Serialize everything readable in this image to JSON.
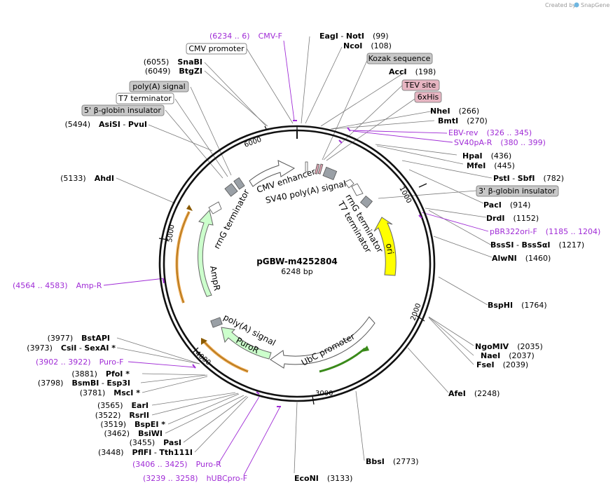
{
  "brand": {
    "created_by": "Created by",
    "app": "SnapGene"
  },
  "plasmid": {
    "name": "pGBW-m4252804",
    "length_label": "6248 bp",
    "length": 6248
  },
  "colors": {
    "primer": "#a02cd6",
    "ori": "#ffff00",
    "resist": "#ccffcc",
    "resist_outline": "#e8a34a",
    "promoter_gray": "#9aa0a6"
  },
  "ruler": [
    "1000",
    "2000",
    "3000",
    "4000",
    "5000",
    "6000"
  ],
  "boxed_labels": [
    {
      "name": "cmv-promoter-label",
      "text": "CMV promoter",
      "style": "white"
    },
    {
      "name": "kozak-label",
      "text": "Kozak sequence",
      "style": "gray"
    },
    {
      "name": "polya-signal-label",
      "text": "poly(A) signal",
      "style": "gray"
    },
    {
      "name": "t7-terminator-label",
      "text": "T7 terminator",
      "style": "white"
    },
    {
      "name": "tev-site-label",
      "text": "TEV site",
      "style": "pink"
    },
    {
      "name": "6xhis-label",
      "text": "6xHis",
      "style": "pink"
    },
    {
      "name": "5-globin-label",
      "text": "5' β-globin insulator",
      "style": "gray"
    },
    {
      "name": "3-globin-label",
      "text": "3' β-globin insulator",
      "style": "gray"
    }
  ],
  "sites_top": [
    {
      "name": "EagI",
      "sep": " - ",
      "name2": "NotI",
      "pos": "(99)"
    },
    {
      "name": "NcoI",
      "pos": "(108)"
    },
    {
      "name": "AccI",
      "pos": "(198)"
    },
    {
      "name": "NheI",
      "pos": "(266)"
    },
    {
      "name": "BmtI",
      "pos": "(270)"
    }
  ],
  "sites_right": [
    {
      "name": "HpaI",
      "pos": "(436)"
    },
    {
      "name": "MfeI",
      "pos": "(445)"
    },
    {
      "name": "PstI",
      "sep": " - ",
      "name2": "SbfI",
      "pos": "(782)"
    },
    {
      "name": "PacI",
      "pos": "(914)"
    },
    {
      "name": "DrdI",
      "pos": "(1152)"
    },
    {
      "name": "BssSI",
      "sep": " - ",
      "name2": "BssSαI",
      "pos": "(1217)"
    },
    {
      "name": "AlwNI",
      "pos": "(1460)"
    },
    {
      "name": "BspHI",
      "pos": "(1764)"
    },
    {
      "name": "NgoMIV",
      "pos": "(2035)"
    },
    {
      "name": "NaeI",
      "pos": "(2037)"
    },
    {
      "name": "FseI",
      "pos": "(2039)"
    },
    {
      "name": "AfeI",
      "pos": "(2248)"
    },
    {
      "name": "BbsI",
      "pos": "(2773)"
    }
  ],
  "sites_left": [
    {
      "pos": "(6055)",
      "name": "SnaBI"
    },
    {
      "pos": "(6049)",
      "name": "BtgZI"
    },
    {
      "pos": "(5494)",
      "name": "AsiSI",
      "sep": " - ",
      "name2": "PvuI"
    },
    {
      "pos": "(5133)",
      "name": "AhdI"
    },
    {
      "pos": "(3977)",
      "name": "BstAPI"
    },
    {
      "pos": "(3973)",
      "name": "CsiI",
      "sep": " - ",
      "name2": "SexAI *"
    },
    {
      "pos": "(3881)",
      "name": "PfoI *"
    },
    {
      "pos": "(3798)",
      "name": "BsmBI",
      "sep": " - ",
      "name2": "Esp3I"
    },
    {
      "pos": "(3781)",
      "name": "MscI *"
    },
    {
      "pos": "(3565)",
      "name": "EarI"
    },
    {
      "pos": "(3522)",
      "name": "RsrII"
    },
    {
      "pos": "(3519)",
      "name": "BspEI *"
    },
    {
      "pos": "(3462)",
      "name": "BsiWI"
    },
    {
      "pos": "(3455)",
      "name": "PasI"
    },
    {
      "pos": "(3448)",
      "name": "PflFI",
      "sep": " - ",
      "name2": "Tth111I"
    }
  ],
  "site_bottom": {
    "name": "EcoNI",
    "pos": "(3133)"
  },
  "primers": [
    {
      "range": "(6234 .. 6)",
      "name": "CMV-F"
    },
    {
      "range": "(326 .. 345)",
      "name": "EBV-rev"
    },
    {
      "range": "(380 .. 399)",
      "name": "SV40pA-R"
    },
    {
      "range": "(1185 .. 1204)",
      "name": "pBR322ori-F"
    },
    {
      "range": "(4564 .. 4583)",
      "name": "Amp-R"
    },
    {
      "range": "(3902 .. 3922)",
      "name": "Puro-F"
    },
    {
      "range": "(3406 .. 3425)",
      "name": "Puro-R"
    },
    {
      "range": "(3239 .. 3258)",
      "name": "hUBCpro-F"
    }
  ],
  "features": {
    "cmv_enhancer": "CMV enhancer",
    "sv40_polya": "SV40 poly(A) signal",
    "rrng_left": "rrnG terminator",
    "rrng_right": "rrnG terminator",
    "t7_term": "T7 terminator",
    "ori": "ori",
    "ampr": "AmpR",
    "polya": "poly(A) signal",
    "puror": "PuroR",
    "ubc": "UbC promoter"
  }
}
